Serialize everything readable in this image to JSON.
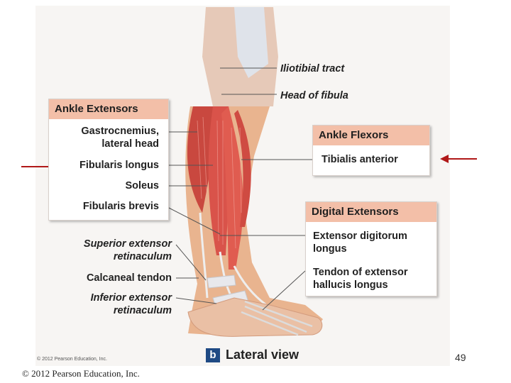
{
  "labels": {
    "iliotibial_tract": "Iliotibial tract",
    "head_of_fibula": "Head of fibula",
    "superior_extensor_retinaculum": "Superior extensor\nretinaculum",
    "calcaneal_tendon": "Calcaneal tendon",
    "inferior_extensor_retinaculum": "Inferior extensor\nretinaculum"
  },
  "ankle_extensors": {
    "title": "Ankle Extensors",
    "items": [
      "Gastrocnemius,\nlateral head",
      "Fibularis longus",
      "Soleus",
      "Fibularis brevis"
    ]
  },
  "ankle_flexors": {
    "title": "Ankle Flexors",
    "items": [
      "Tibialis anterior"
    ]
  },
  "digital_extensors": {
    "title": "Digital Extensors",
    "items": [
      "Extensor digitorum\nlongus",
      "Tendon of extensor\nhallucis longus"
    ]
  },
  "view": {
    "badge": "b",
    "label": "Lateral view"
  },
  "page_number": "49",
  "copyright_small": "© 2012 Pearson Education, Inc.",
  "copyright": "© 2012 Pearson Education, Inc.",
  "colors": {
    "header_fill": "#f3bfa8",
    "muscle": "#d9534a",
    "tendon": "#ecebea",
    "skin": "#e9b48f",
    "arrow": "#b01818",
    "badge": "#1f4a84"
  }
}
